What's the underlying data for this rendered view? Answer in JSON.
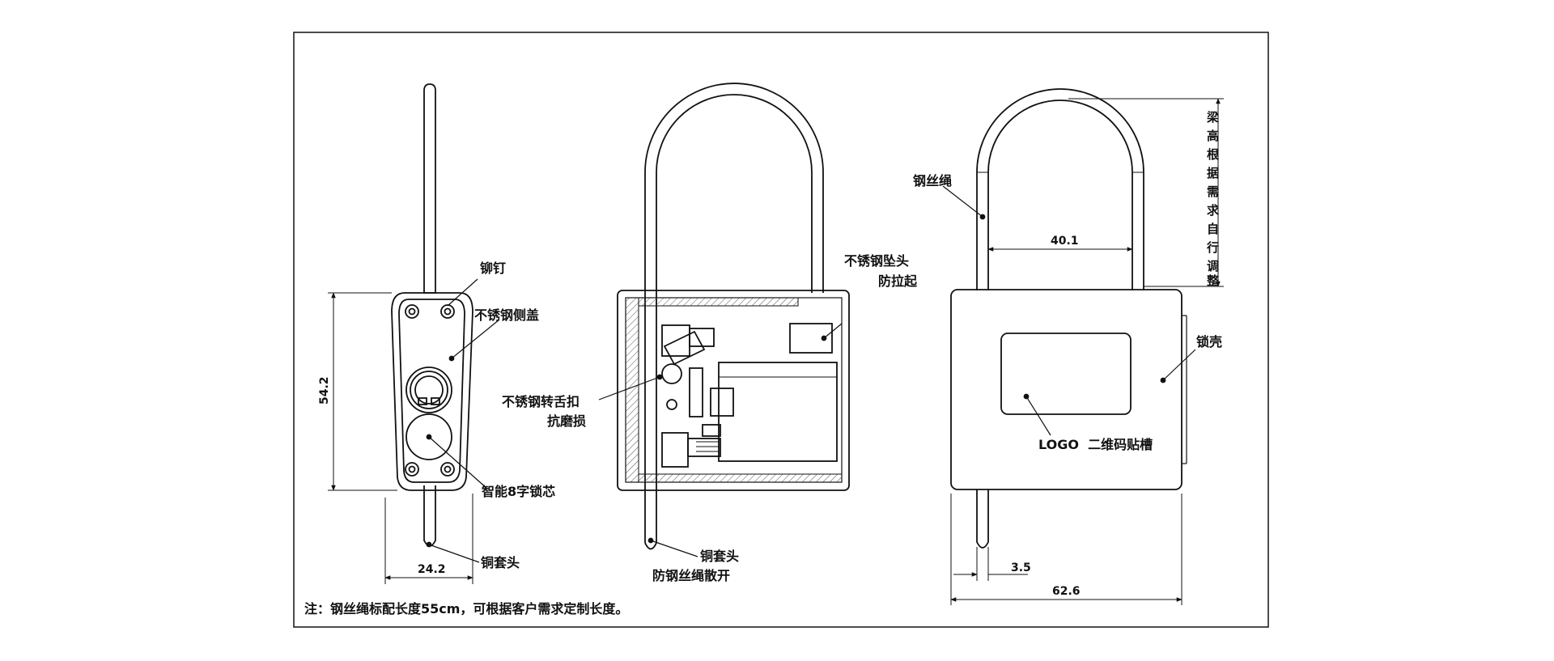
{
  "left_view": {
    "rivet": "铆钉",
    "side_cover": "不锈钢侧盖",
    "lock_core": "智能8字锁芯",
    "copper_head": "铜套头",
    "dim_height": "54.2",
    "dim_width": "24.2"
  },
  "middle_view": {
    "pendant_line1": "不锈钢坠头",
    "pendant_line2": "防拉起",
    "tongue_line1": "不锈钢转舌扣",
    "tongue_line2": "抗磨损",
    "copper_head_line1": "铜套头",
    "copper_head_line2": "防钢丝绳散开"
  },
  "right_view": {
    "wire_rope": "钢丝绳",
    "shell": "锁壳",
    "logo_slot": "LOGO  二维码贴槽",
    "dim_inner": "40.1",
    "dim_rope": "3.5",
    "dim_total": "62.6",
    "vertical_note": [
      "梁",
      "高",
      "根",
      "据",
      "需",
      "求",
      "自",
      "行",
      "调",
      "整"
    ]
  },
  "note": "注：钢丝绳标配长度55cm，可根据客户需求定制长度。"
}
